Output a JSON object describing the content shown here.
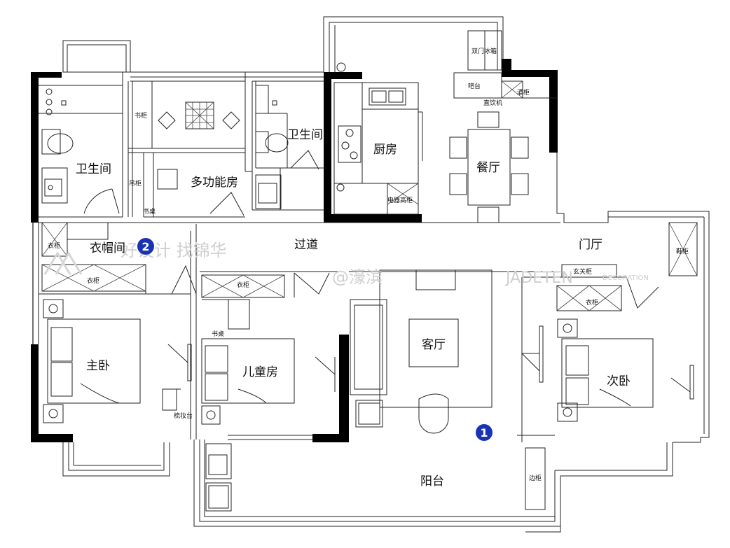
{
  "rooms": {
    "bath_left": "卫生间",
    "multi_room": "多功能房",
    "bath_mid": "卫生间",
    "kitchen": "厨房",
    "dining": "餐厅",
    "cloakroom": "衣帽间",
    "corridor": "过道",
    "foyer": "门厅",
    "master": "主卧",
    "kids": "儿童房",
    "living": "客厅",
    "second": "次卧",
    "balcony": "阳台"
  },
  "furniture": {
    "fridge": "双门冰箱",
    "bar": "吧台",
    "wine_cabinet": "酒柜",
    "water_dispenser": "直饮机",
    "bookcase_top": "书柜",
    "hanging_cabinet": "吊柜",
    "desk_multi": "书桌",
    "appliance_cabinet": "电器高柜",
    "wardrobe_left": "衣柜",
    "wardrobe_cloak": "衣柜",
    "wardrobe_kids": "衣柜",
    "desk_kids": "书桌",
    "dresser": "梳妆台",
    "entry_cabinet": "玄关柜",
    "wardrobe_second": "衣柜",
    "shoe_cabinet": "鞋柜",
    "side_cabinet": "边柜"
  },
  "markers": {
    "one": "1",
    "two": "2"
  },
  "watermarks": {
    "wm1": "好设计 找锦华",
    "wm2": "@濠滨",
    "wm3": "JADETEN",
    "wm4": "DECORATION"
  },
  "colors": {
    "wall": "#000000",
    "line": "#222222",
    "marker": "#1a33b5",
    "watermark": "#cfcfcf"
  }
}
